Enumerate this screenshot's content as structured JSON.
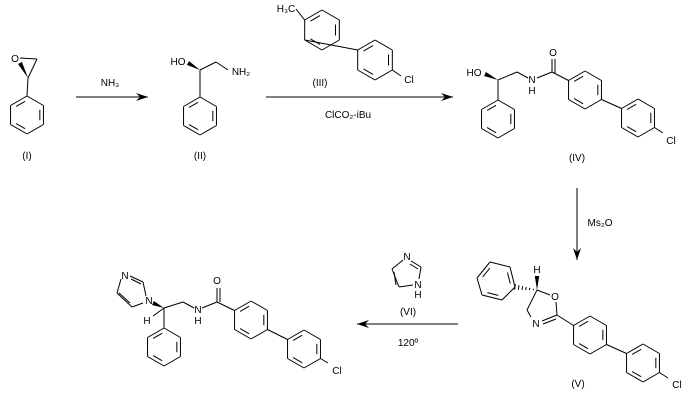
{
  "compounds": {
    "I": {
      "label": "(I)",
      "atoms": {
        "O": "O"
      }
    },
    "II": {
      "label": "(II)",
      "atoms": {
        "HO": "HO",
        "NH2": "NH₂"
      }
    },
    "III": {
      "label": "(III)",
      "atoms": {
        "CH3": "H₃C",
        "Cl": "Cl"
      }
    },
    "IV": {
      "label": "(IV)",
      "atoms": {
        "HO": "HO",
        "N": "N",
        "H": "H",
        "O": "O",
        "Cl": "Cl"
      }
    },
    "V": {
      "label": "(V)",
      "atoms": {
        "H": "H",
        "O": "O",
        "N": "N",
        "Cl": "Cl"
      }
    },
    "VI": {
      "label": "(VI)",
      "atoms": {
        "N3": "N",
        "N1": "N",
        "H": "H"
      }
    },
    "product": {
      "atoms": {
        "N3": "N",
        "N1": "N",
        "H": "H",
        "NH_N": "N",
        "NH_H": "H",
        "O": "O",
        "Cl": "Cl"
      }
    }
  },
  "reagents": {
    "step1": "NH₃",
    "step2": "ClCO₂-iBu",
    "step3": "Ms₂O",
    "step4": "120º"
  },
  "colors": {
    "ink": "#000000",
    "background": "#ffffff"
  }
}
